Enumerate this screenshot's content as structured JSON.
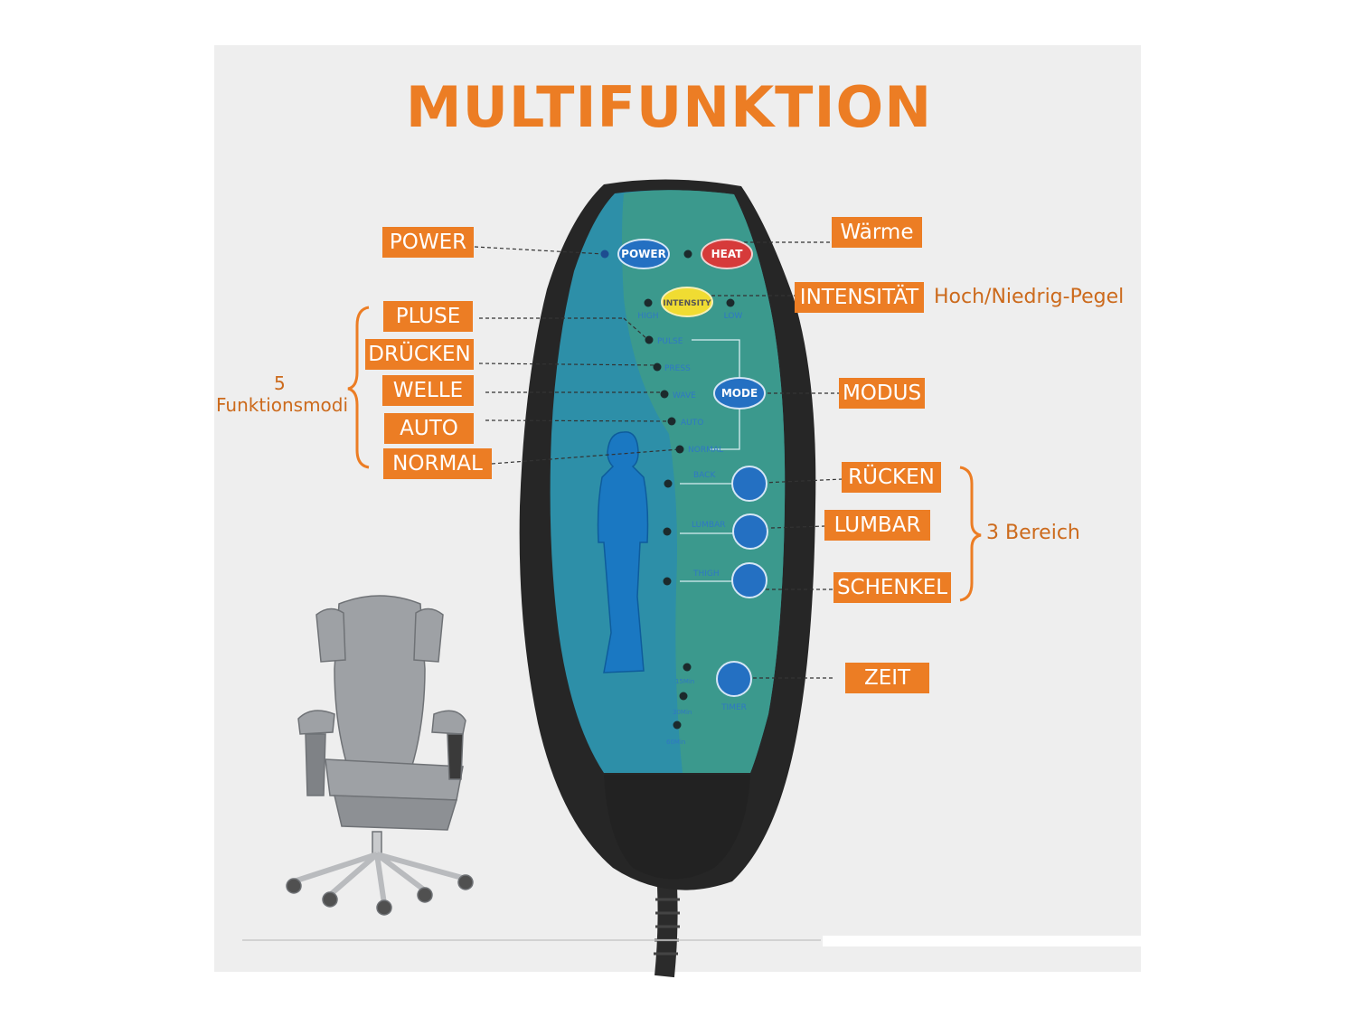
{
  "title": "MULTIFUNKTION",
  "colors": {
    "accent": "#ec7d24",
    "panel": "#eeeeee",
    "remote_body": "#2a2a2a",
    "remote_face": "#3a9a8e",
    "button_blue": "#1f6fc4"
  },
  "callouts": {
    "power": "POWER",
    "heat": "Wärme",
    "intensity": "INTENSITÄT",
    "intensity_note": "Hoch/Niedrig-Pegel",
    "pulse": "PLUSE",
    "press": "DRÜCKEN",
    "wave": "WELLE",
    "auto": "AUTO",
    "normal": "NORMAL",
    "modes_count": "5",
    "modes_note": "Funktionsmodi",
    "mode": "MODUS",
    "back": "RÜCKEN",
    "lumbar": "LUMBAR",
    "thigh": "SCHENKEL",
    "areas_note": "3 Bereich",
    "timer": "ZEIT"
  },
  "remote": {
    "power_button": "POWER",
    "heat_button": "HEAT",
    "intensity_button": "INTENSITY",
    "mode_button": "MODE",
    "high": "HIGH",
    "low": "LOW",
    "modes": [
      "PULSE",
      "PRESS",
      "WAVE",
      "AUTO",
      "NORMAL"
    ],
    "areas": [
      "BACK",
      "LUMBAR",
      "THIGH"
    ],
    "timer_options": [
      "15Min",
      "30Min",
      "60Min"
    ],
    "timer_button": "TIMER"
  }
}
